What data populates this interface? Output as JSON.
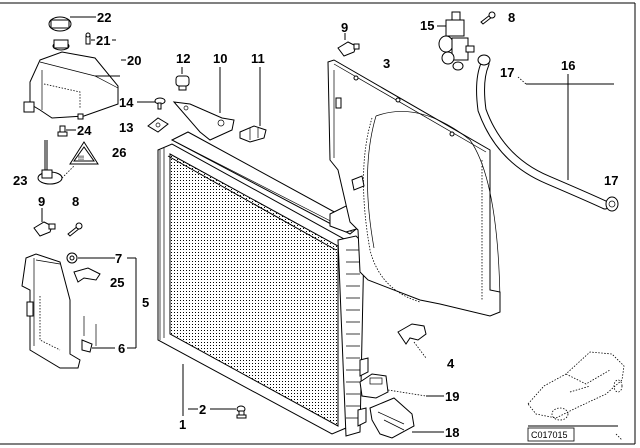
{
  "diagram": {
    "type": "exploded-parts-diagram",
    "subject": "Radiator / cooling system assembly",
    "diagram_id": "C017015",
    "callouts": [
      {
        "id": "c1",
        "label": "1"
      },
      {
        "id": "c2",
        "label": "2"
      },
      {
        "id": "c3",
        "label": "3"
      },
      {
        "id": "c4",
        "label": "4"
      },
      {
        "id": "c5",
        "label": "5"
      },
      {
        "id": "c6",
        "label": "6"
      },
      {
        "id": "c7",
        "label": "7"
      },
      {
        "id": "c8a",
        "label": "8"
      },
      {
        "id": "c8b",
        "label": "8"
      },
      {
        "id": "c9a",
        "label": "9"
      },
      {
        "id": "c9b",
        "label": "9"
      },
      {
        "id": "c10",
        "label": "10"
      },
      {
        "id": "c11",
        "label": "11"
      },
      {
        "id": "c12",
        "label": "12"
      },
      {
        "id": "c13",
        "label": "13"
      },
      {
        "id": "c14",
        "label": "14"
      },
      {
        "id": "c15",
        "label": "15"
      },
      {
        "id": "c16",
        "label": "16"
      },
      {
        "id": "c17a",
        "label": "17"
      },
      {
        "id": "c17b",
        "label": "17"
      },
      {
        "id": "c18",
        "label": "18"
      },
      {
        "id": "c19",
        "label": "19"
      },
      {
        "id": "c20",
        "label": "20"
      },
      {
        "id": "c21",
        "label": "21"
      },
      {
        "id": "c22",
        "label": "22"
      },
      {
        "id": "c23",
        "label": "23"
      },
      {
        "id": "c24",
        "label": "24"
      },
      {
        "id": "c25",
        "label": "25"
      },
      {
        "id": "c26",
        "label": "26"
      }
    ],
    "parts": {
      "radiator": "radiator",
      "fan_shroud": "fan-shroud",
      "expansion_tank": "expansion-tank",
      "hose": "coolant-hose",
      "thermostat_valve": "valve",
      "warning_label": "warning-label"
    }
  }
}
